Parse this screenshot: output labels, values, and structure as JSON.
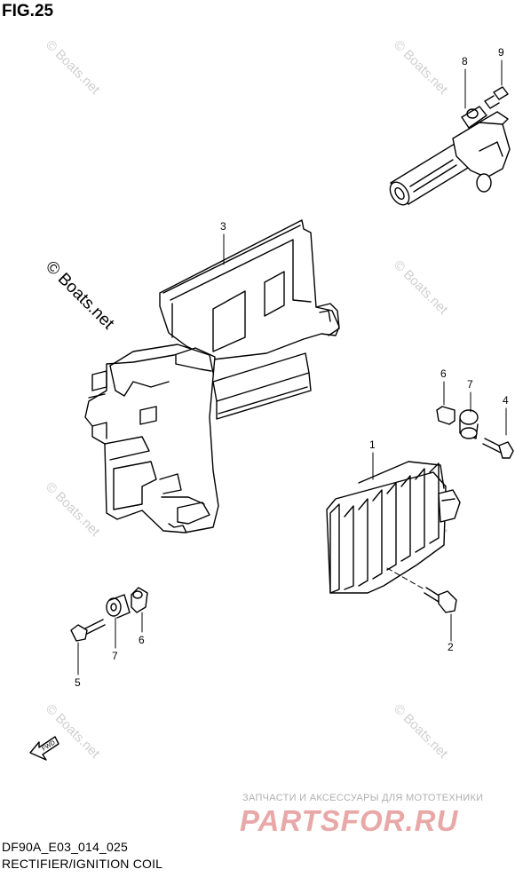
{
  "figure": {
    "title": "FIG.25"
  },
  "footer": {
    "code": "DF90A_E03_014_025",
    "caption": "RECTIFIER/IGNITION COIL"
  },
  "watermarks": {
    "small": "© Boats.net",
    "large": "© Boats.net"
  },
  "shop": {
    "tagline": "ЗАПЧАСТИ И АКСЕССУАРЫ ДЛЯ МОТОТЕХНИКИ",
    "logo": "PARTSFOR.RU"
  },
  "direction_marker": {
    "label": "FWD"
  },
  "callouts": {
    "c1": "1",
    "c2": "2",
    "c3": "3",
    "c4": "4",
    "c5": "5",
    "c6a": "6",
    "c6b": "6",
    "c7a": "7",
    "c7b": "7",
    "c8": "8",
    "c9": "9"
  },
  "parts": [
    {
      "number": "1",
      "depiction": "rectifier"
    },
    {
      "number": "2",
      "depiction": "bolt"
    },
    {
      "number": "3",
      "depiction": "bracket"
    },
    {
      "number": "4",
      "depiction": "bolt"
    },
    {
      "number": "5",
      "depiction": "bolt"
    },
    {
      "number": "6",
      "depiction": "collar"
    },
    {
      "number": "7",
      "depiction": "grommet"
    },
    {
      "number": "8",
      "depiction": "ignition-coil"
    },
    {
      "number": "9",
      "depiction": "bolt"
    }
  ]
}
